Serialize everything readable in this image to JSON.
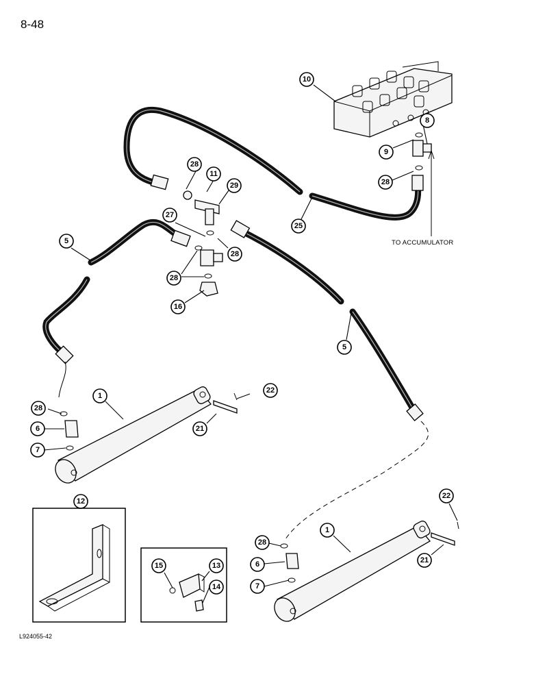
{
  "page": {
    "number": "8-48",
    "figure_code": "L924055-42",
    "note_to_accumulator": "TO ACCUMULATOR"
  },
  "callouts": [
    {
      "id": "c10",
      "label": "10"
    },
    {
      "id": "c8",
      "label": "8"
    },
    {
      "id": "c9",
      "label": "9"
    },
    {
      "id": "c28a",
      "label": "28"
    },
    {
      "id": "c28b",
      "label": "28"
    },
    {
      "id": "c11",
      "label": "11"
    },
    {
      "id": "c29",
      "label": "29"
    },
    {
      "id": "c27",
      "label": "27"
    },
    {
      "id": "c28c",
      "label": "28"
    },
    {
      "id": "c5a",
      "label": "5"
    },
    {
      "id": "c25",
      "label": "25"
    },
    {
      "id": "c28d",
      "label": "28"
    },
    {
      "id": "c16",
      "label": "16"
    },
    {
      "id": "c5b",
      "label": "5"
    },
    {
      "id": "c1a",
      "label": "1"
    },
    {
      "id": "c22a",
      "label": "22"
    },
    {
      "id": "c28e",
      "label": "28"
    },
    {
      "id": "c6a",
      "label": "6"
    },
    {
      "id": "c21a",
      "label": "21"
    },
    {
      "id": "c7a",
      "label": "7"
    },
    {
      "id": "c12",
      "label": "12"
    },
    {
      "id": "c22b",
      "label": "22"
    },
    {
      "id": "c1b",
      "label": "1"
    },
    {
      "id": "c28f",
      "label": "28"
    },
    {
      "id": "c15",
      "label": "15"
    },
    {
      "id": "c13",
      "label": "13"
    },
    {
      "id": "c6b",
      "label": "6"
    },
    {
      "id": "c21b",
      "label": "21"
    },
    {
      "id": "c14",
      "label": "14"
    },
    {
      "id": "c7b",
      "label": "7"
    }
  ]
}
